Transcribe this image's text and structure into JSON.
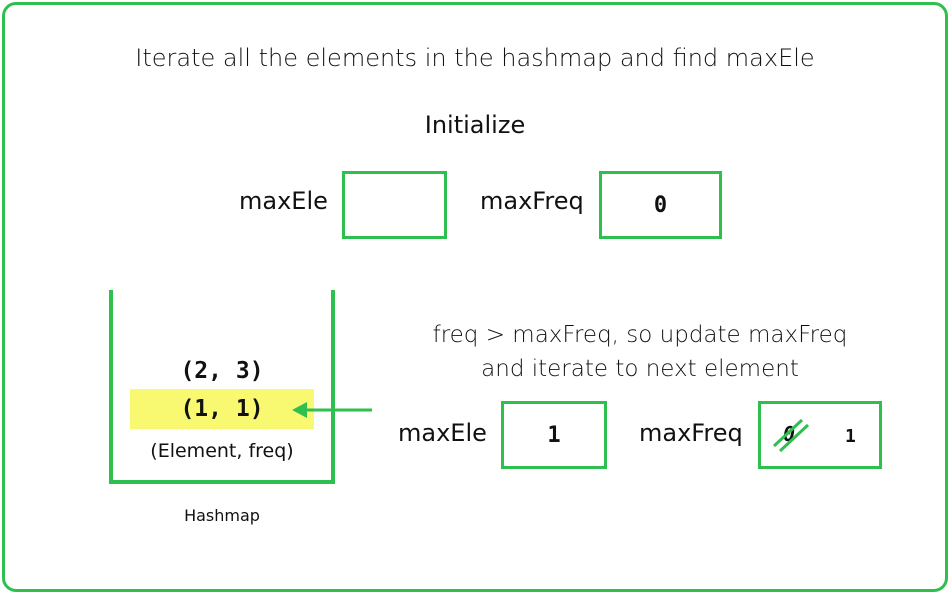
{
  "title": "Iterate all the elements in the hashmap and find maxEle",
  "initialize": {
    "heading": "Initialize",
    "max_ele_label": "maxEle",
    "max_ele_value": "",
    "max_freq_label": "maxFreq",
    "max_freq_value": "0"
  },
  "hashmap": {
    "entries": [
      "(2, 3)",
      "(1, 1)"
    ],
    "highlighted_entry": "(1, 1)",
    "header": "(Element, freq)",
    "caption": "Hashmap"
  },
  "update": {
    "note_line1": "freq > maxFreq, so update maxFreq",
    "note_line2": "and iterate to next element",
    "max_ele_label": "maxEle",
    "max_ele_value": "1",
    "max_freq_label": "maxFreq",
    "max_freq_old_value": "0",
    "max_freq_new_value": "1"
  },
  "colors": {
    "accent": "#2fbf4f",
    "highlight": "#f9f871"
  }
}
